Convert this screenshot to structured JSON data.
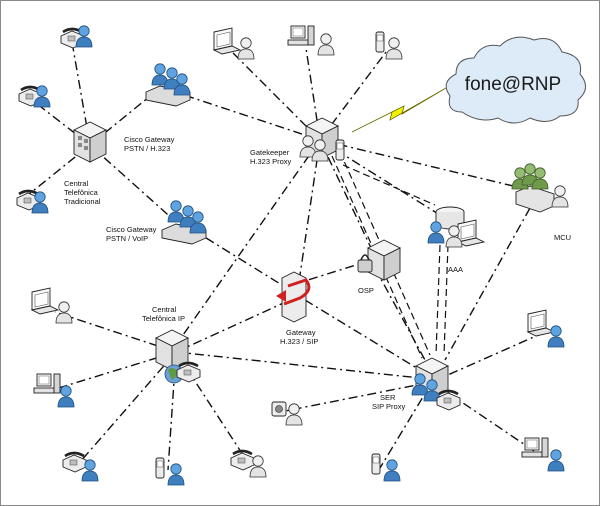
{
  "cloud": {
    "label": "fone@RNP"
  },
  "labels": {
    "pstn_gw": [
      "Cisco Gateway",
      "PSTN / H.323"
    ],
    "central_trad": [
      "Central",
      "Telefônica",
      "Tradicional"
    ],
    "gatekeeper": [
      "Gatekeeper",
      "H.323 Proxy"
    ],
    "voip_gw": [
      "Cisco Gateway",
      "PSTN / VoIP"
    ],
    "mcu": [
      "MCU"
    ],
    "aaa": [
      "AAA"
    ],
    "osp": [
      "OSP"
    ],
    "central_ip": [
      "Central",
      "Telefônica IP"
    ],
    "gw_sip": [
      "Gateway",
      "H.323 / SIP"
    ],
    "ser": [
      "SER",
      "SIP Proxy"
    ]
  },
  "colors": {
    "accent_yellow": "#f2f200",
    "person_blue": "#4b8fd0",
    "person_green": "#7ba05a",
    "device_gray": "#e8e8e8",
    "outline": "#222222"
  }
}
